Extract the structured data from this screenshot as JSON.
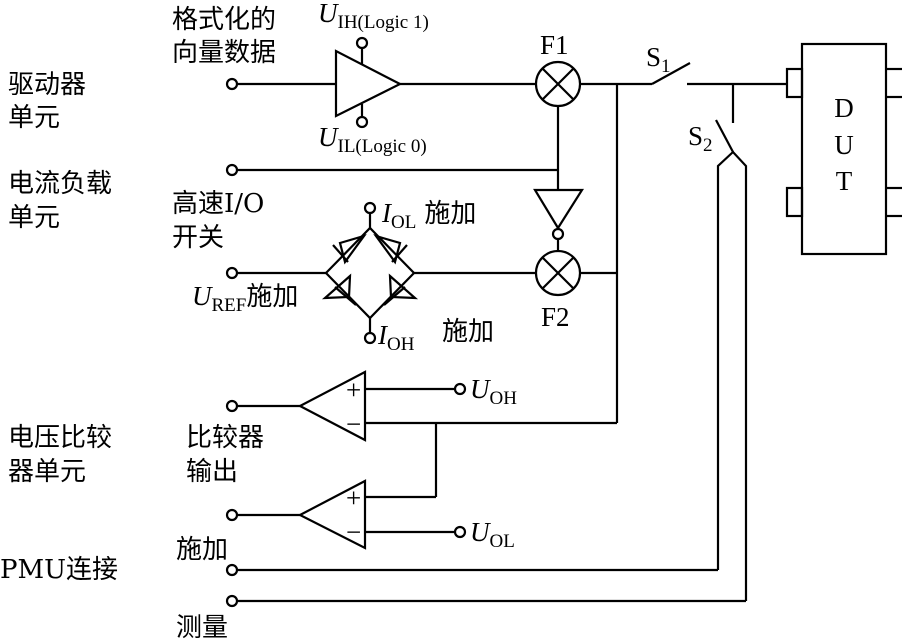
{
  "left_labels": {
    "driver": [
      "驱动器",
      "单元"
    ],
    "current_load": [
      "电流负载",
      "单元"
    ],
    "voltage_comparator": [
      "电压比较",
      "器单元"
    ],
    "pmu": "PMU连接"
  },
  "signals": {
    "formatted_vector": [
      "格式化的",
      "向量数据"
    ],
    "highspeed_io": [
      "高速I/O",
      "开关"
    ],
    "comparator_output": [
      "比较器",
      "输出"
    ],
    "force": "施加",
    "measure": "测量"
  },
  "driver_levels": {
    "uih": {
      "sym": "U",
      "sub": "IH(Logic 1)"
    },
    "uil": {
      "sym": "U",
      "sub": "IL(Logic 0)"
    }
  },
  "load": {
    "iol": {
      "sym": "I",
      "sub": "OL",
      "suffix": "施加"
    },
    "ioh": {
      "sym": "I",
      "sub": "OH",
      "suffix": "施加"
    },
    "uref": {
      "sym": "U",
      "sub": "REF",
      "suffix": "施加"
    }
  },
  "comparator_refs": {
    "uoh": {
      "sym": "U",
      "sub": "OH"
    },
    "uol": {
      "sym": "U",
      "sub": "OL"
    }
  },
  "components": {
    "f1": "F1",
    "f2": "F2",
    "s1": {
      "sym": "S",
      "sub": "1"
    },
    "s2": {
      "sym": "S",
      "sub": "2"
    },
    "dut": [
      "D",
      "U",
      "T"
    ],
    "plus": "+",
    "minus": "−"
  }
}
